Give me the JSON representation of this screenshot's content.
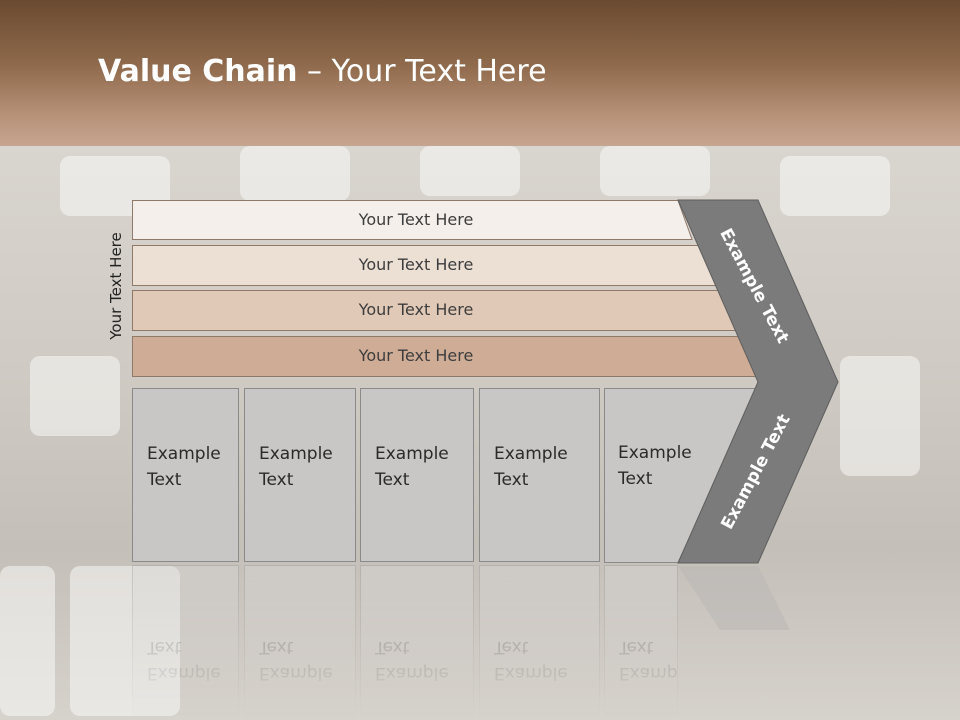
{
  "header": {
    "title_bold": "Value Chain",
    "title_rest": " – Your Text Here"
  },
  "side_label": "Your Text Here",
  "rows": [
    {
      "label": "Your Text Here",
      "color": "#f4efea"
    },
    {
      "label": "Your Text Here",
      "color": "#ecdfd4"
    },
    {
      "label": "Your Text Here",
      "color": "#e1c9b7"
    },
    {
      "label": "Your Text Here",
      "color": "#cfac95"
    }
  ],
  "boxes": [
    {
      "line1": "Example",
      "line2": "Text"
    },
    {
      "line1": "Example",
      "line2": "Text"
    },
    {
      "line1": "Example",
      "line2": "Text"
    },
    {
      "line1": "Example",
      "line2": "Text"
    },
    {
      "line1": "Example",
      "line2": "Text"
    }
  ],
  "chevron": {
    "upper_text": "Example Text",
    "lower_text": "Example Text",
    "color": "#7b7b7b"
  }
}
